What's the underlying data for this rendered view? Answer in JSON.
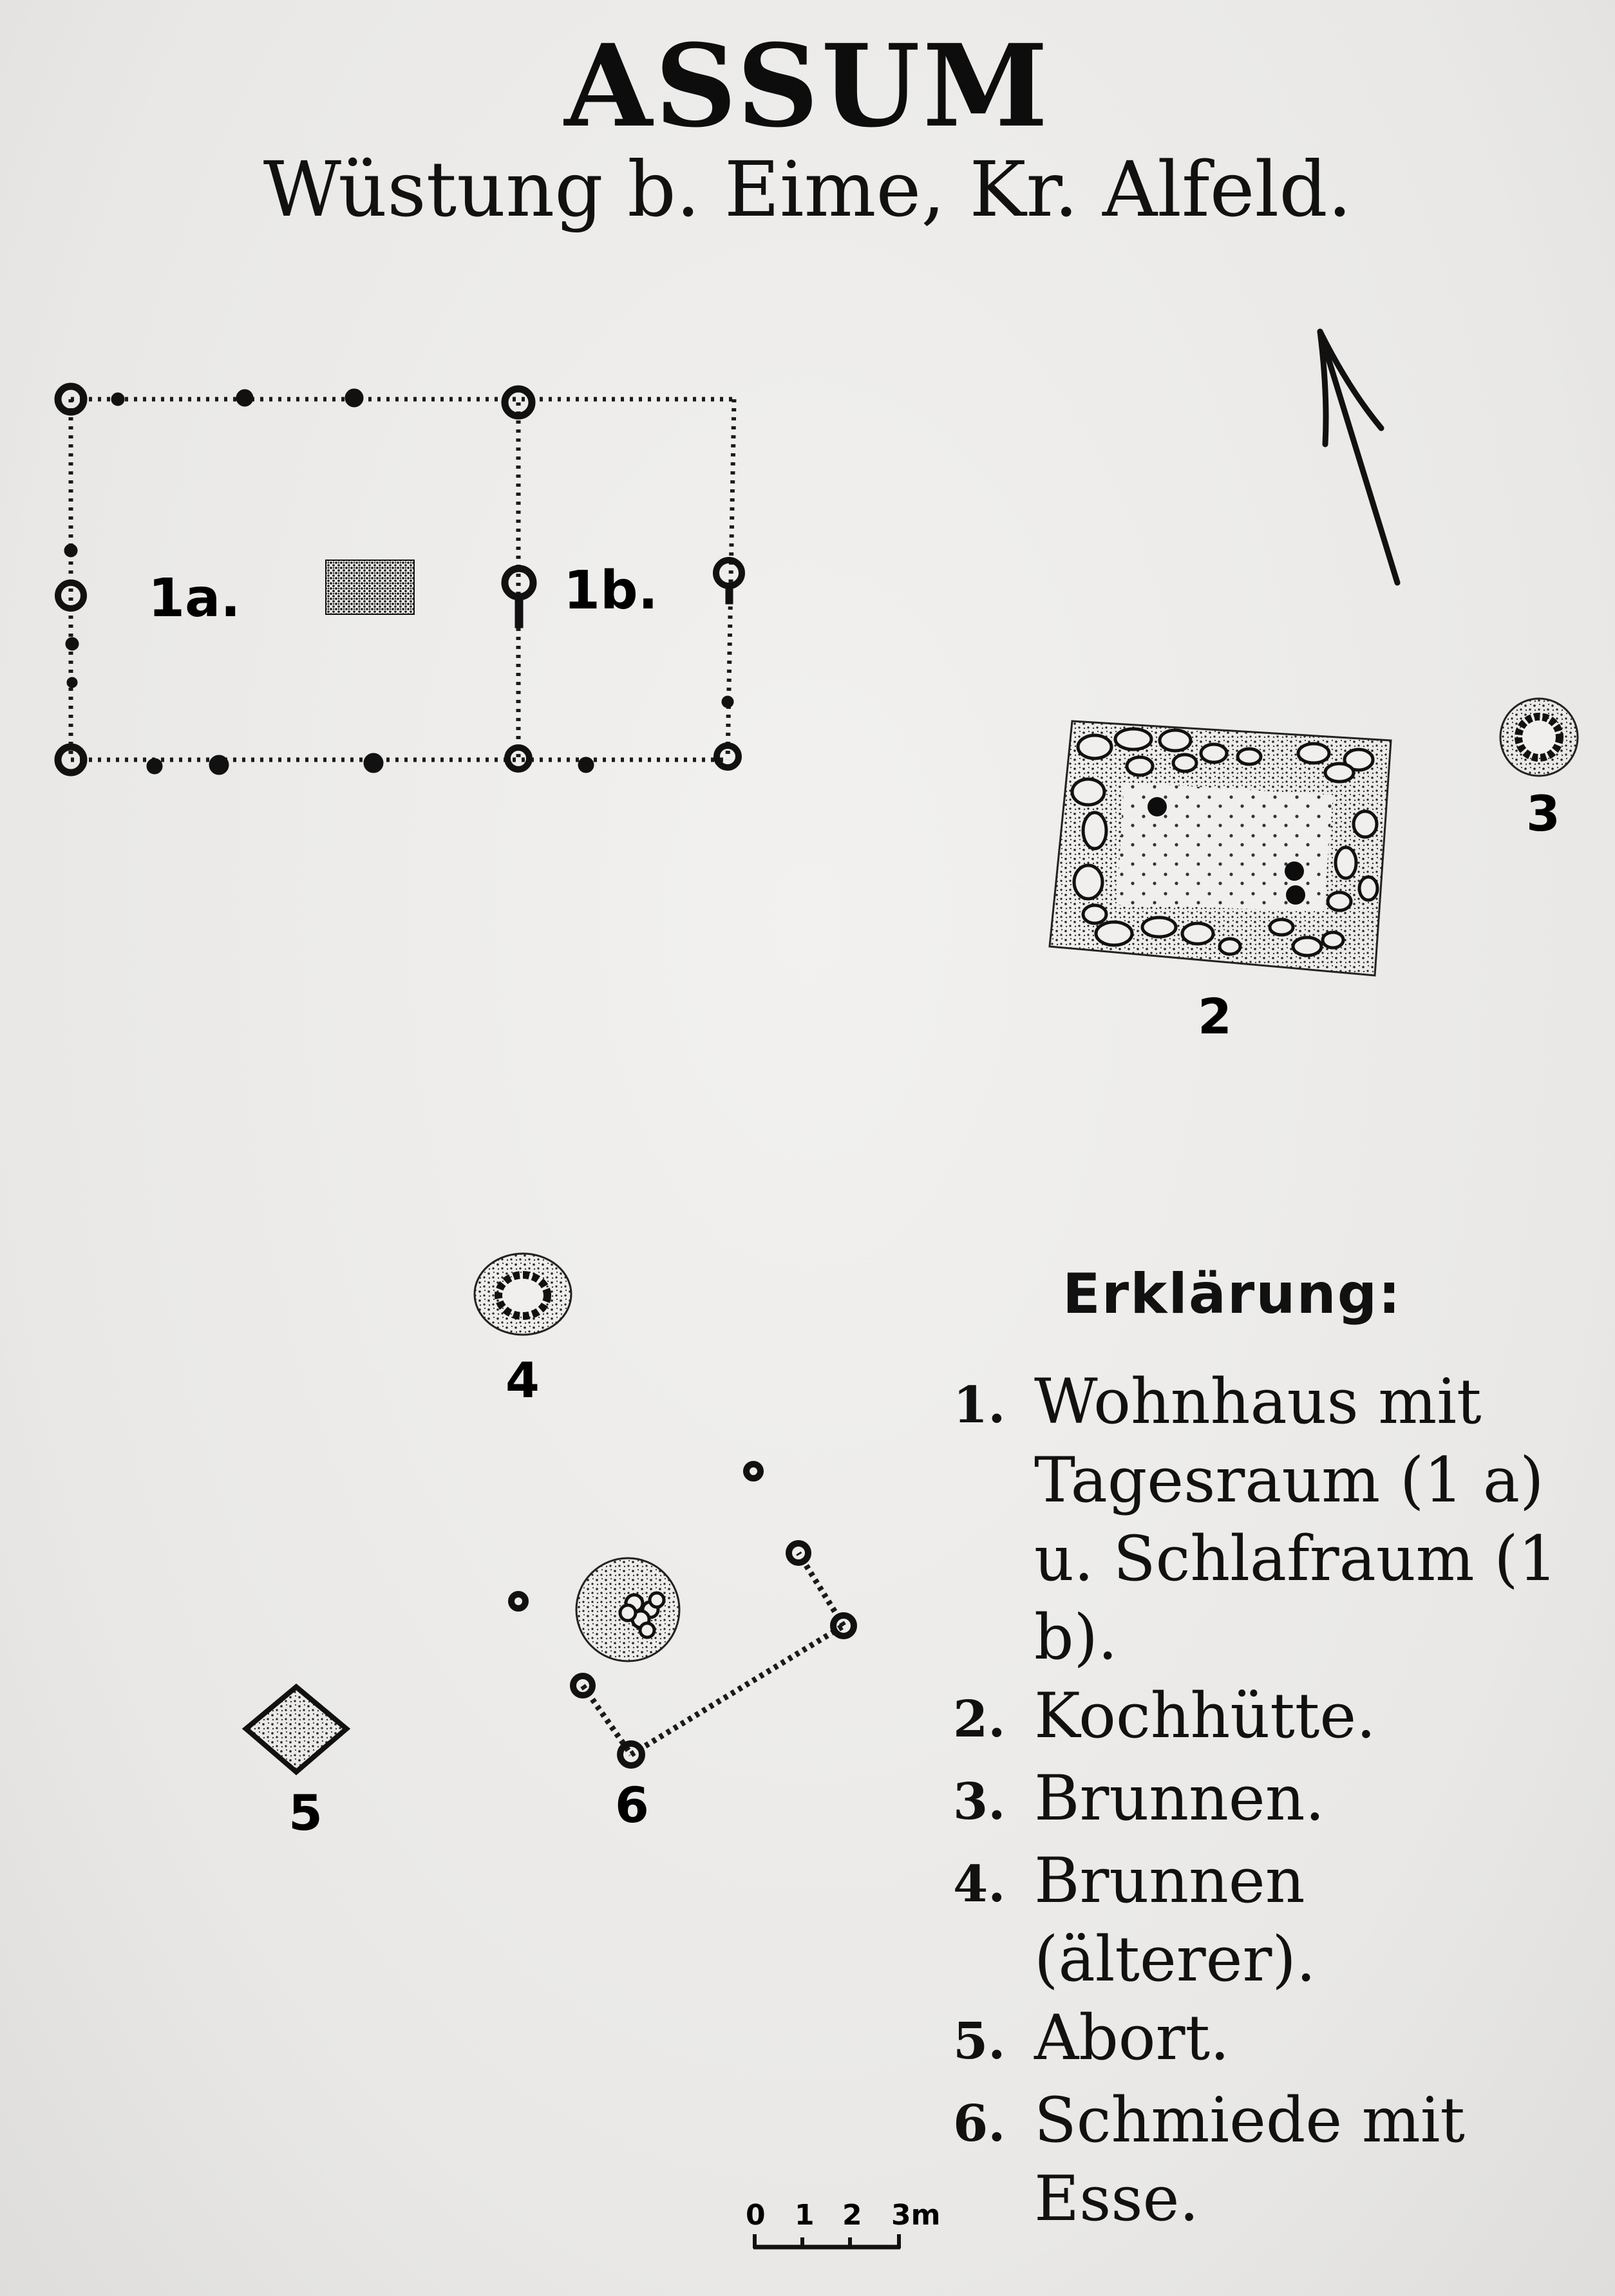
{
  "title": "ASSUM",
  "subtitle": "Wüstung b. Eime, Kr. Alfeld.",
  "plan_labels": {
    "room_1a": "1a.",
    "room_1b": "1b.",
    "feature_2": "2",
    "feature_3": "3",
    "feature_4": "4",
    "feature_5": "5",
    "feature_6": "6"
  },
  "scale_bar": {
    "ticks": [
      "0",
      "1",
      "2",
      "3m"
    ]
  },
  "legend": {
    "heading": "Erklärung:",
    "items": [
      {
        "num": "1.",
        "text": "Wohnhaus mit\nTagesraum (1 a)\nu. Schlafraum (1 b)."
      },
      {
        "num": "2.",
        "text": "Kochhütte."
      },
      {
        "num": "3.",
        "text": "Brunnen."
      },
      {
        "num": "4.",
        "text": "Brunnen (älterer)."
      },
      {
        "num": "5.",
        "text": "Abort."
      },
      {
        "num": "6.",
        "text": "Schmiede mit\nEsse."
      }
    ]
  },
  "icons": {
    "north_arrow": "north-arrow-icon"
  }
}
